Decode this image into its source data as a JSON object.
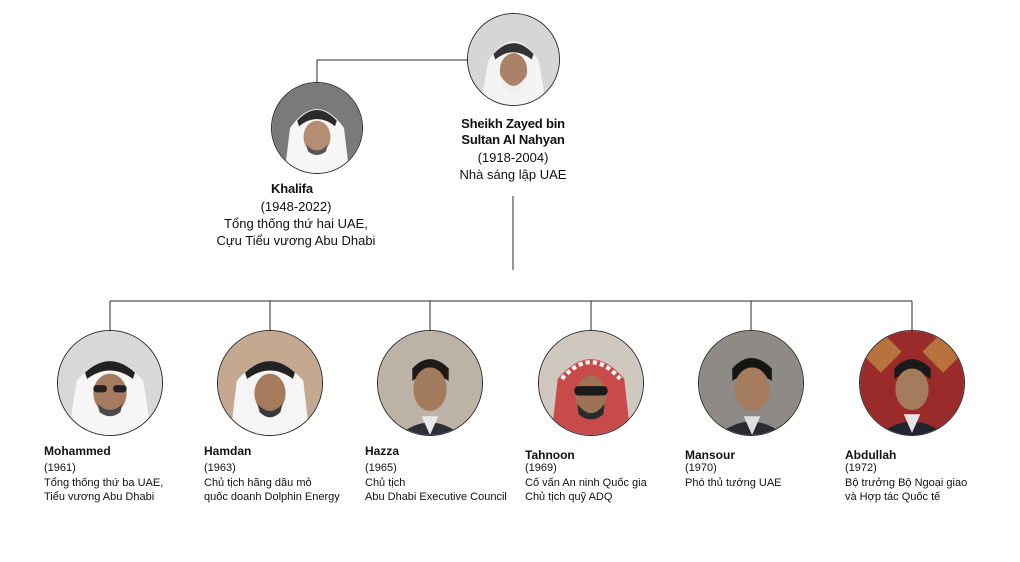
{
  "founder": {
    "name_line1": "Sheikh Zayed bin",
    "name_line2": "Sultan Al Nahyan",
    "years": "(1918-2004)",
    "role": "Nhà sáng lập UAE"
  },
  "khalifa": {
    "name": "Khalifa",
    "years": "(1948-2022)",
    "role_line1": "Tổng thống thứ hai UAE,",
    "role_line2": "Cựu Tiểu vương Abu Dhabi"
  },
  "sons": [
    {
      "name": "Mohammed",
      "years": "(1961)",
      "role_line1": "Tổng thống thứ ba UAE,",
      "role_line2": "Tiểu vương Abu Dhabi"
    },
    {
      "name": "Hamdan",
      "years": "(1963)",
      "role_line1": "Chủ tịch hãng dầu mỏ",
      "role_line2": "quốc doanh Dolphin Energy"
    },
    {
      "name": "Hazza",
      "years": "(1965)",
      "role_line1": "Chủ tịch",
      "role_line2": "Abu Dhabi Executive Council"
    },
    {
      "name": "Tahnoon",
      "years": "(1969)",
      "role_line1": "Cố vấn An ninh Quốc gia",
      "role_line2": "Chủ tịch quỹ ADQ"
    },
    {
      "name": "Mansour",
      "years": "(1970)",
      "role_line1": "Phó thủ tướng UAE",
      "role_line2": ""
    },
    {
      "name": "Abdullah",
      "years": "(1972)",
      "role_line1": "Bộ trưởng Bộ Ngoại giao",
      "role_line2": "và Hợp tác Quốc tế"
    }
  ],
  "colors": {
    "line": "#2a2a2a",
    "ghutra_white": "#f2f2f2",
    "skin": "#b88a6a",
    "backdrop_gray": "#c9c9c9",
    "backdrop_red": "#9b2b2b"
  }
}
